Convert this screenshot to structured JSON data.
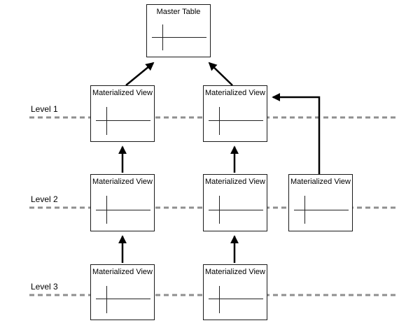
{
  "master": {
    "label": "Master Table"
  },
  "levels": [
    {
      "name": "Level 1"
    },
    {
      "name": "Level 2"
    },
    {
      "name": "Level 3"
    }
  ],
  "nodes": [
    {
      "label": "Materialized View"
    },
    {
      "label": "Materialized View"
    },
    {
      "label": "Materialized View"
    },
    {
      "label": "Materialized View"
    },
    {
      "label": "Materialized View"
    },
    {
      "label": "Materialized View"
    },
    {
      "label": "Materialized View"
    }
  ],
  "colors": {
    "box_border": "#1a1a1a",
    "arrow": "#000000",
    "dashed_line": "#8f8f8f",
    "background": "#ffffff"
  }
}
